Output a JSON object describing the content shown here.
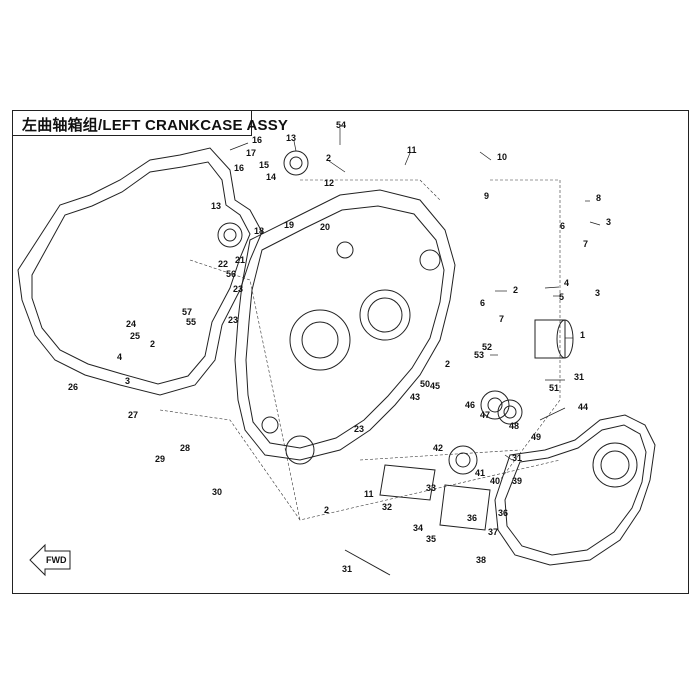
{
  "title": "左曲轴箱组/LEFT CRANKCASE ASSY",
  "fwd_label": "FWD",
  "callouts": [
    "16",
    "54",
    "13",
    "2",
    "11",
    "10",
    "17",
    "16",
    "15",
    "14",
    "12",
    "9",
    "8",
    "3",
    "13",
    "18",
    "19",
    "20",
    "6",
    "7",
    "22",
    "21",
    "56",
    "23",
    "2",
    "4",
    "3",
    "5",
    "6",
    "1",
    "57",
    "55",
    "23",
    "7",
    "2",
    "52",
    "53",
    "24",
    "51",
    "31",
    "25",
    "2",
    "45",
    "44",
    "50",
    "4",
    "3",
    "43",
    "46",
    "47",
    "48",
    "49",
    "27",
    "23",
    "42",
    "31",
    "28",
    "29",
    "41",
    "40",
    "39",
    "11",
    "33",
    "30",
    "32",
    "2",
    "34",
    "35",
    "36",
    "36",
    "37",
    "31",
    "38",
    "26"
  ]
}
